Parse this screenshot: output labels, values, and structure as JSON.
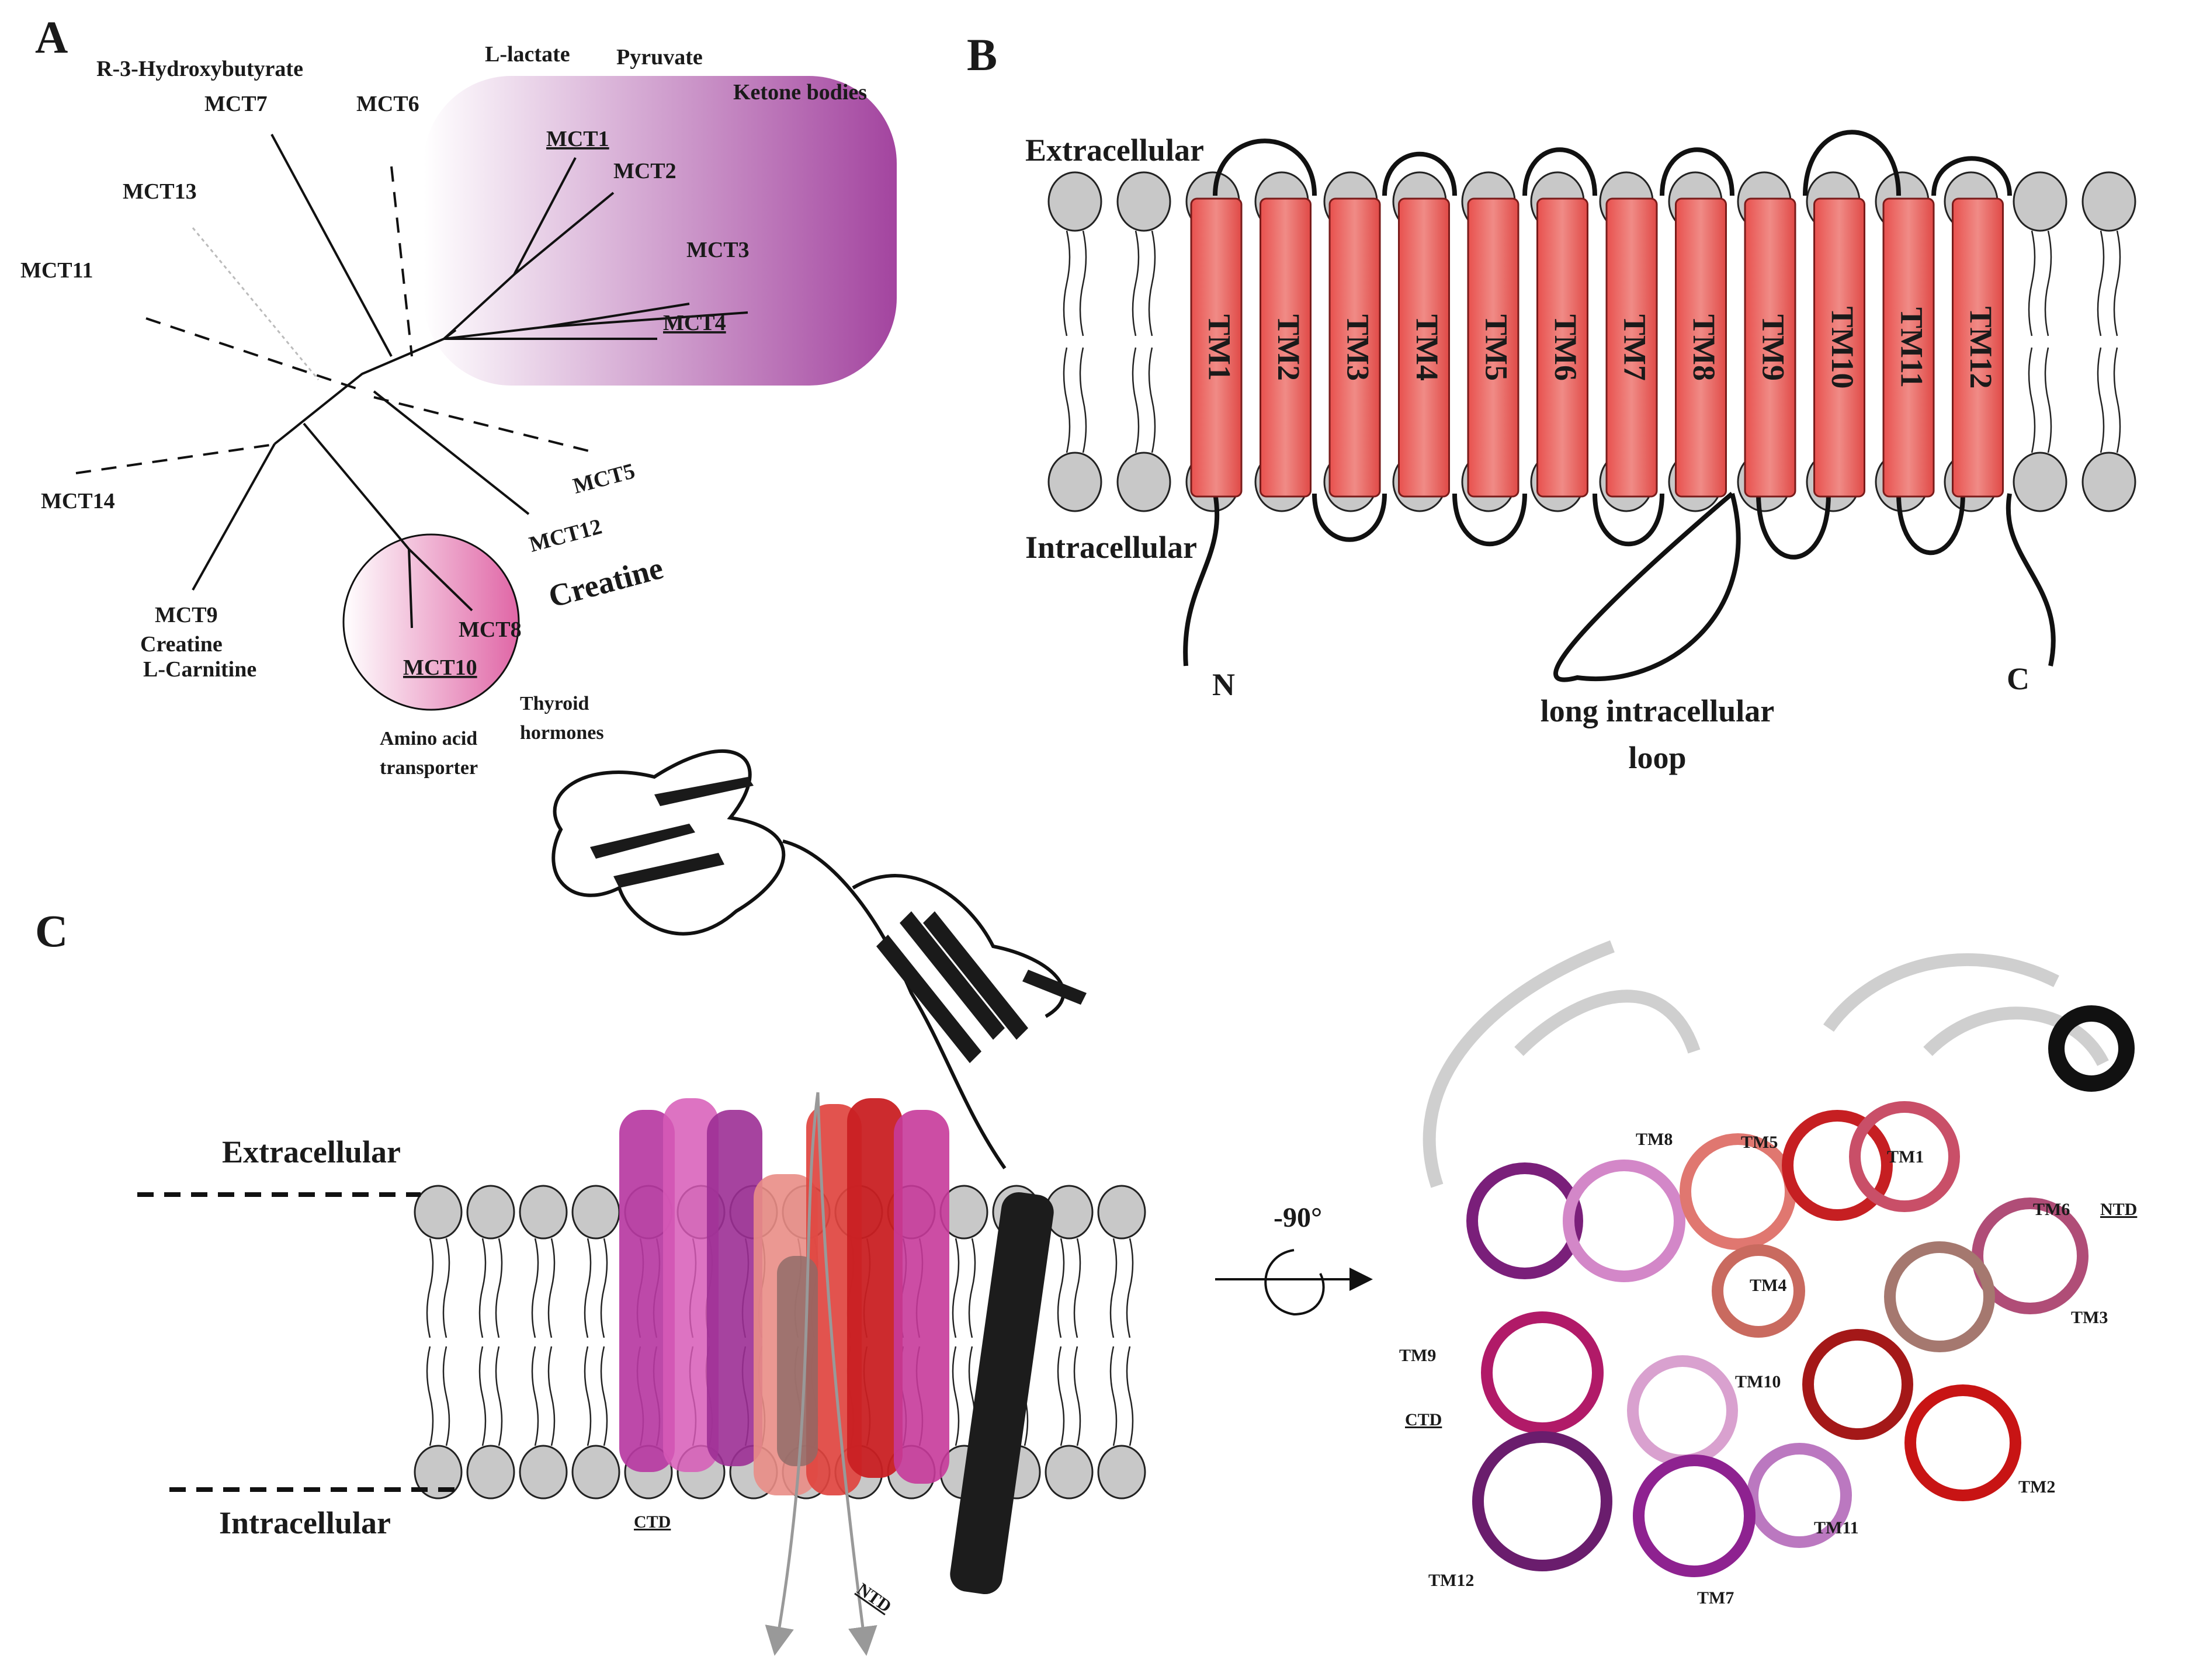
{
  "panels": {
    "a": "A",
    "b": "B",
    "c": "C"
  },
  "panel_a": {
    "leaves": {
      "mct1": "MCT1",
      "mct2": "MCT2",
      "mct3": "MCT3",
      "mct4": "MCT4",
      "mct5": "MCT5",
      "mct6": "MCT6",
      "mct7": "MCT7",
      "mct8": "MCT8",
      "mct9": "MCT9",
      "mct10": "MCT10",
      "mct11": "MCT11",
      "mct12": "MCT12",
      "mct13": "MCT13",
      "mct14": "MCT14"
    },
    "substrates": {
      "hydroxybutyrate": "R-3-Hydroxybutyrate",
      "lactate": "L-lactate",
      "pyruvate": "Pyruvate",
      "ketone": "Ketone bodies",
      "creatine_mct12": "Creatine",
      "creatine_mct9": "Creatine",
      "carnitine": "L-Carnitine",
      "thyroid_1": "Thyroid",
      "thyroid_2": "hormones",
      "amino_1": "Amino acid",
      "amino_2": "transporter"
    },
    "colors": {
      "group1_gradient_end": "#a3449f",
      "group2_gradient_end": "#e066a6"
    }
  },
  "panel_b": {
    "extracellular": "Extracellular",
    "intracellular": "Intracellular",
    "n_terminus": "N",
    "c_terminus": "C",
    "loop_1": "long intracellular",
    "loop_2": "loop",
    "helices": [
      "TM1",
      "TM2",
      "TM3",
      "TM4",
      "TM5",
      "TM6",
      "TM7",
      "TM8",
      "TM9",
      "TM10",
      "TM11",
      "TM12"
    ],
    "colors": {
      "helix": "#e8514e",
      "lipid_head": "#c8c8c8"
    }
  },
  "panel_c": {
    "extracellular": "Extracellular",
    "intracellular": "Intracellular",
    "ctd": "CTD",
    "ntd": "NTD",
    "rotation": "-90°",
    "top_view": {
      "tm1": "TM1",
      "tm2": "TM2",
      "tm3": "TM3",
      "tm4": "TM4",
      "tm5": "TM5",
      "tm6": "TM6",
      "tm7": "TM7",
      "tm8": "TM8",
      "tm9": "TM9",
      "tm10": "TM10",
      "tm11": "TM11",
      "tm12": "TM12",
      "ntd": "NTD",
      "ctd": "CTD"
    },
    "colors": {
      "ctd_magenta": "#b03aa0",
      "ntd_red": "#d8242a",
      "salmon": "#e98d86",
      "partner": "#222222"
    }
  }
}
